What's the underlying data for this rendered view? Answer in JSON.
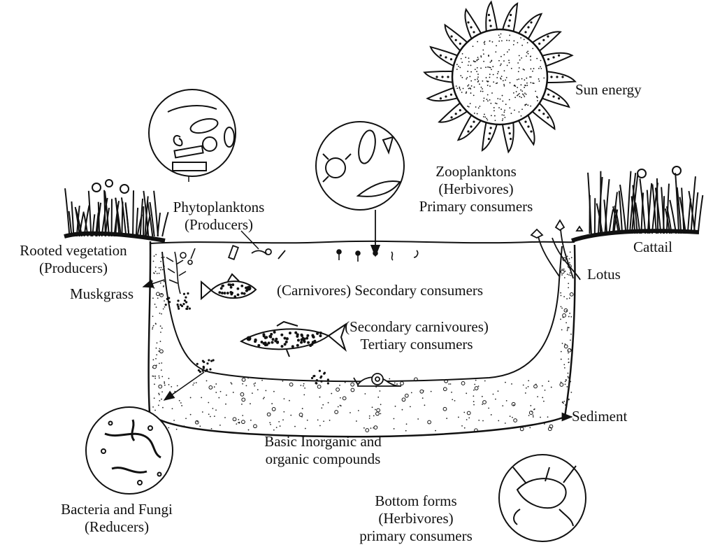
{
  "labels": {
    "sun": "Sun energy",
    "zooplankton": [
      "Zooplanktons",
      "(Herbivores)",
      "Primary consumers"
    ],
    "phytoplankton": [
      "Phytoplanktons",
      "(Producers)"
    ],
    "rooted": [
      "Rooted vegetation",
      "(Producers)"
    ],
    "muskgrass": "Muskgrass",
    "cattail": "Cattail",
    "lotus": "Lotus",
    "carnivores": "(Carnivores) Secondary consumers",
    "tertiary": [
      "(Secondary carnivoures)",
      "Tertiary consumers"
    ],
    "sediment": "Sediment",
    "compounds": [
      "Basic Inorganic and",
      "organic compounds"
    ],
    "bacteria": [
      "Bacteria and Fungi",
      "(Reducers)"
    ],
    "bottom": [
      "Bottom forms",
      "(Herbivores)",
      "primary consumers"
    ]
  },
  "colors": {
    "ink": "#111111",
    "paper": "#ffffff"
  }
}
